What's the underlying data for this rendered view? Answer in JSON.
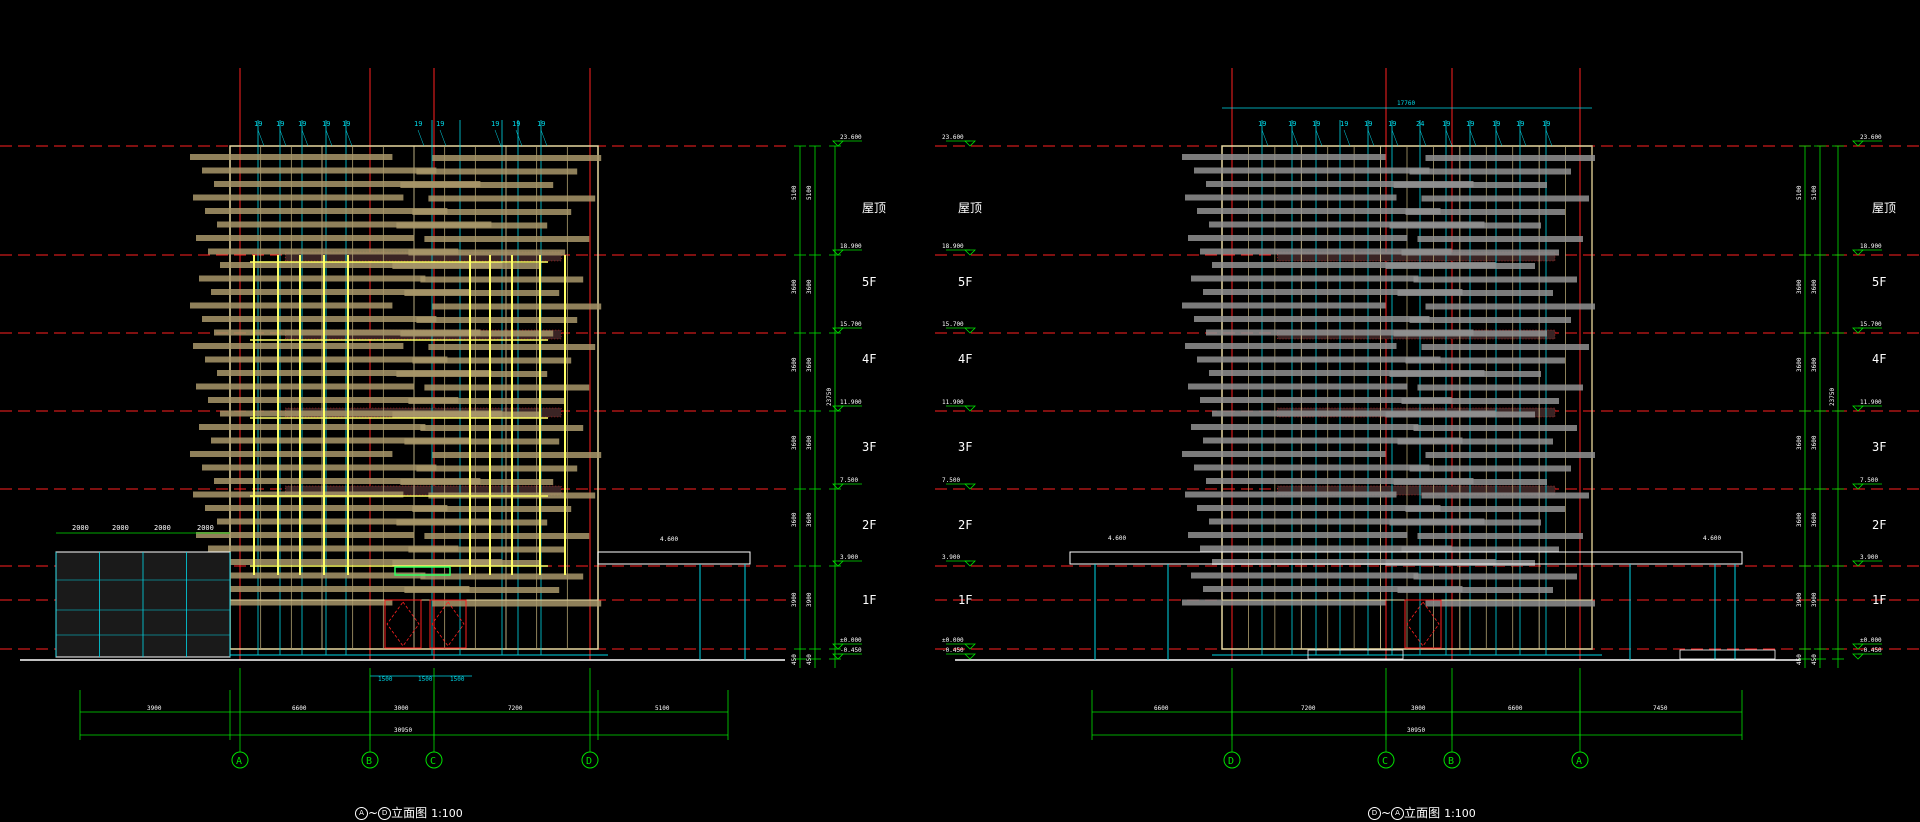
{
  "left": {
    "title_from": "A",
    "title_to": "D",
    "title_text": "立面图",
    "scale": "1:100",
    "axes": [
      "A",
      "B",
      "C",
      "D"
    ],
    "levels": [
      "23.600",
      "18.900",
      "15.700",
      "11.900",
      "7.500",
      "3.900",
      "±0.000",
      "-0.450"
    ],
    "floors": [
      "屋顶",
      "5F",
      "4F",
      "3F",
      "2F",
      "1F"
    ],
    "heights": [
      "5100",
      "3600",
      "3600",
      "3600",
      "3600",
      "3900",
      "450"
    ],
    "total_height": "23750",
    "dims_bottom": [
      "3900",
      "6600",
      "3000",
      "7200",
      "5100"
    ],
    "dim_total": "30950",
    "entrance_dims": [
      "1500",
      "1500",
      "1500"
    ],
    "canopy_dims": [
      "2000",
      "2000",
      "2000",
      "2000"
    ],
    "canopy_level": "4.600",
    "top_labels": [
      "19",
      "19",
      "19",
      "19",
      "19",
      "19",
      "19",
      "19",
      "19",
      "19"
    ]
  },
  "right": {
    "title_from": "D",
    "title_to": "A",
    "title_text": "立面图",
    "scale": "1:100",
    "axes": [
      "D",
      "C",
      "B",
      "A"
    ],
    "levels": [
      "23.600",
      "18.900",
      "15.700",
      "11.900",
      "7.500",
      "3.900",
      "±0.000",
      "-0.450"
    ],
    "floors": [
      "屋顶",
      "5F",
      "4F",
      "3F",
      "2F",
      "1F"
    ],
    "heights": [
      "5100",
      "3600",
      "3600",
      "3600",
      "3600",
      "3900",
      "450"
    ],
    "total_height": "23750",
    "dims_bottom": [
      "6600",
      "7200",
      "3000",
      "6600",
      "7450"
    ],
    "dim_total": "30950",
    "top_dim": "17760",
    "canopy_level": "4.600",
    "top_labels": [
      "19",
      "19",
      "19",
      "19",
      "19",
      "19",
      "24",
      "19",
      "19",
      "19",
      "19",
      "19"
    ]
  },
  "colors": {
    "background": "#000000",
    "axis_red": "#ff2020",
    "dim_green": "#00e000",
    "outline_yellow": "#ffff66",
    "frame_tan": "#e8d8a0",
    "louver": "#a8966a",
    "louver_gray": "#909090",
    "cyan": "#00d8e8",
    "white": "#ffffff"
  }
}
